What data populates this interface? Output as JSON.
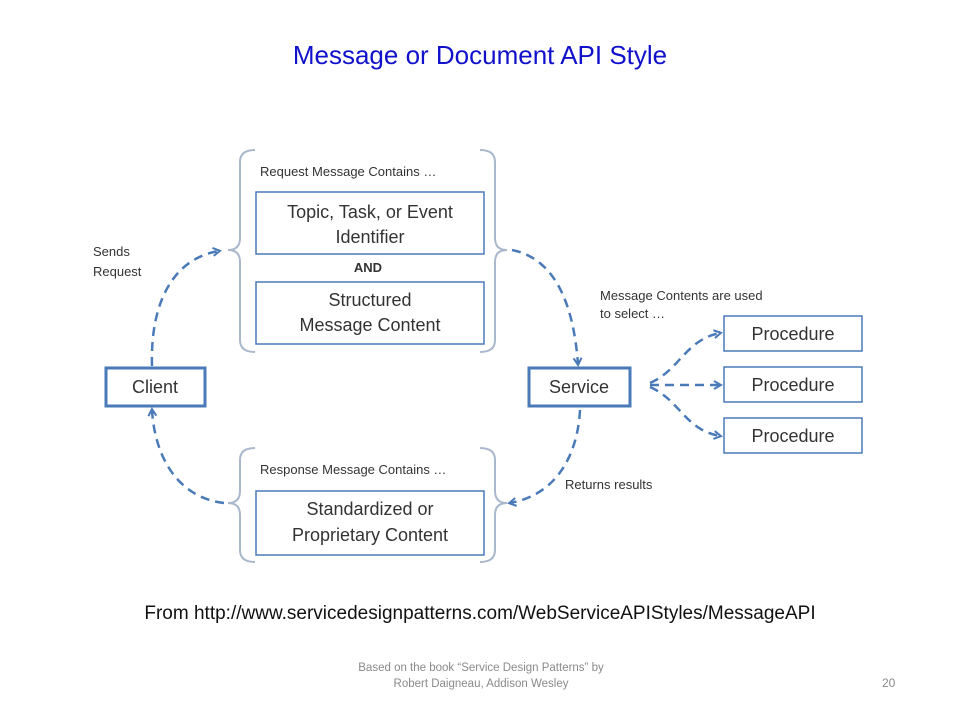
{
  "slide": {
    "title": "Message or Document API Style",
    "source": "From http://www.servicedesignpatterns.com/WebServiceAPIStyles/MessageAPI",
    "footer": "Based on the book “Service Design Patterns” by Robert Daigneau, Addison Wesley",
    "page_number": "20"
  },
  "diagram": {
    "client": "Client",
    "service": "Service",
    "request_caption": "Request Message Contains …",
    "request_box_1": [
      "Topic, Task, or Event",
      "Identifier"
    ],
    "and_label": "AND",
    "request_box_2": [
      "Structured",
      "Message Content"
    ],
    "response_caption": "Response Message Contains …",
    "response_box": [
      "Standardized or",
      "Proprietary Content"
    ],
    "sends_request": [
      "Sends",
      "Request"
    ],
    "contents_used": [
      "Message Contents are used",
      "to select …"
    ],
    "returns_results": "Returns results",
    "procedures": [
      "Procedure",
      "Procedure",
      "Procedure"
    ],
    "colors": {
      "box_border": "#4a7ab8",
      "arrow": "#4a7ab8",
      "bracket": "#aab8cc",
      "title": "#1111cc"
    }
  }
}
